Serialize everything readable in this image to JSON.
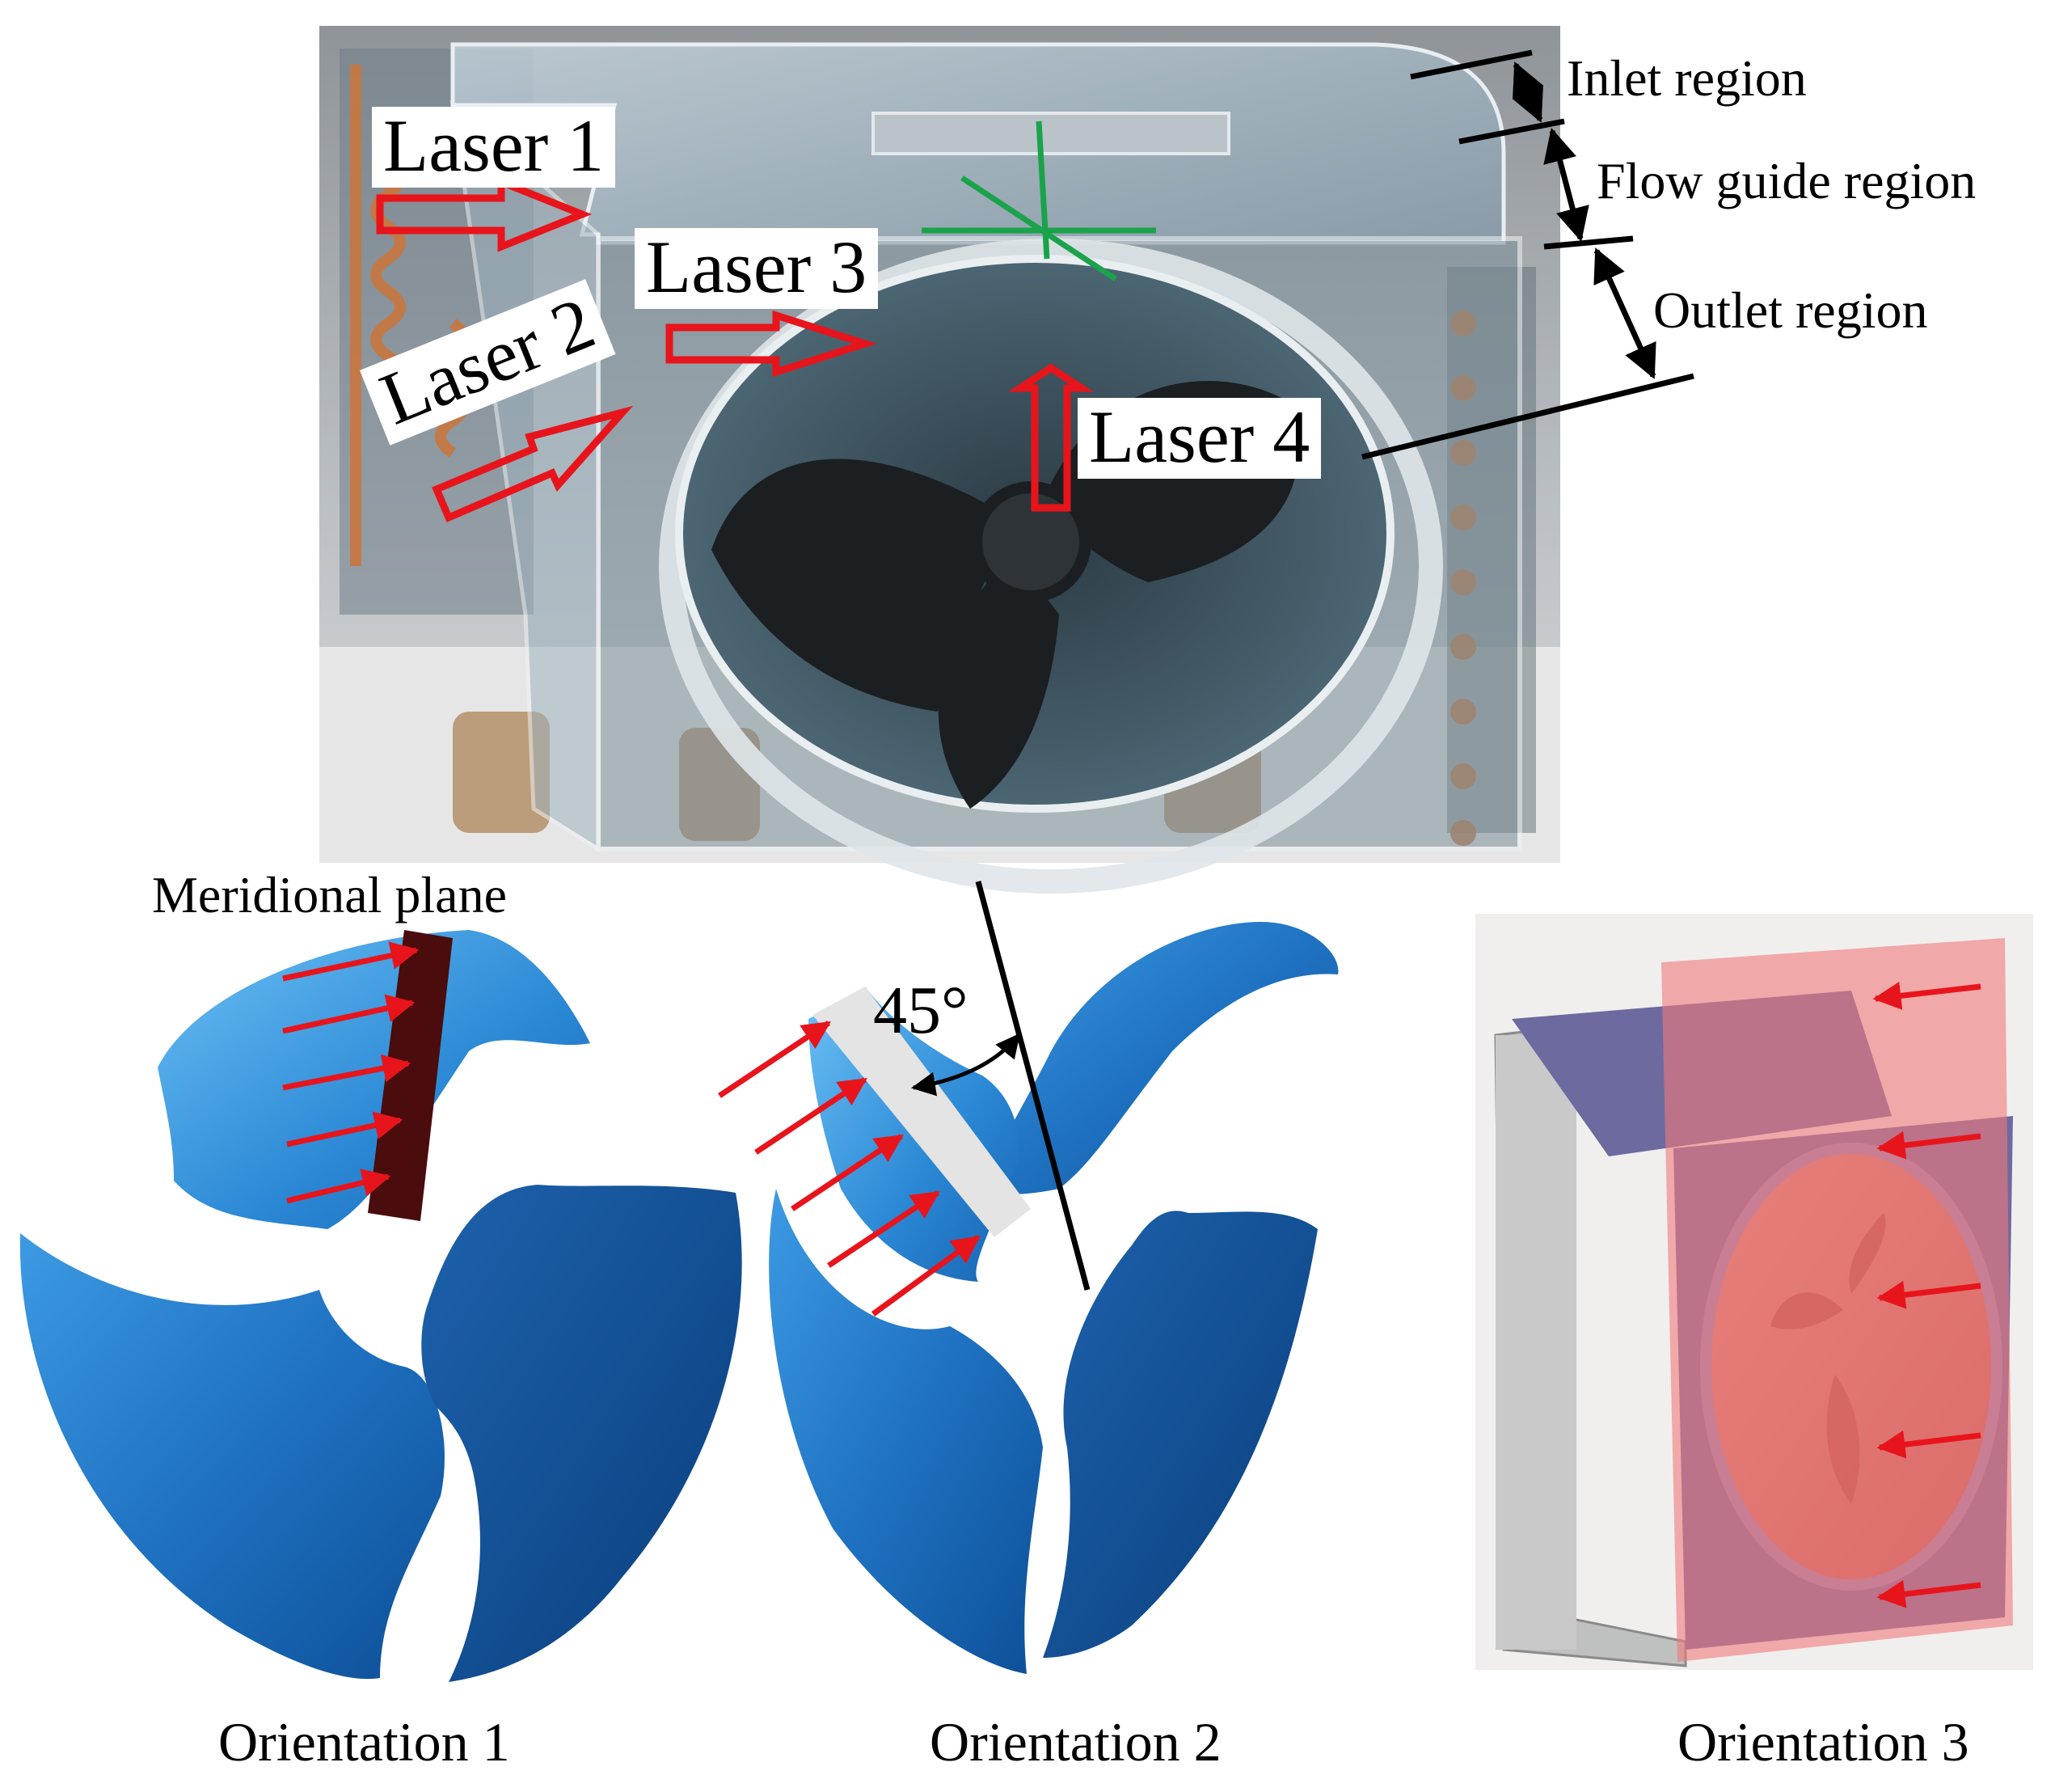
{
  "photo": {
    "lasers": [
      "Laser 1",
      "Laser 2",
      "Laser 3",
      "Laser 4"
    ],
    "regions": {
      "inlet": "Inlet region",
      "flow_guide": "Flow guide region",
      "outlet": "Outlet region"
    }
  },
  "orientation1": {
    "plane_label": "Meridional plane",
    "caption": "Orientation 1"
  },
  "orientation2": {
    "angle_label": "45°",
    "caption": "Orientation 2"
  },
  "orientation3": {
    "caption": "Orientation 3"
  },
  "colors": {
    "arrow_red": "#e8141c",
    "blade_blue": "#1d73c4",
    "plane_dark": "#4a0c0c",
    "cut_plane_pink": "#f2787a",
    "housing_purple": "#6d6aa0"
  }
}
